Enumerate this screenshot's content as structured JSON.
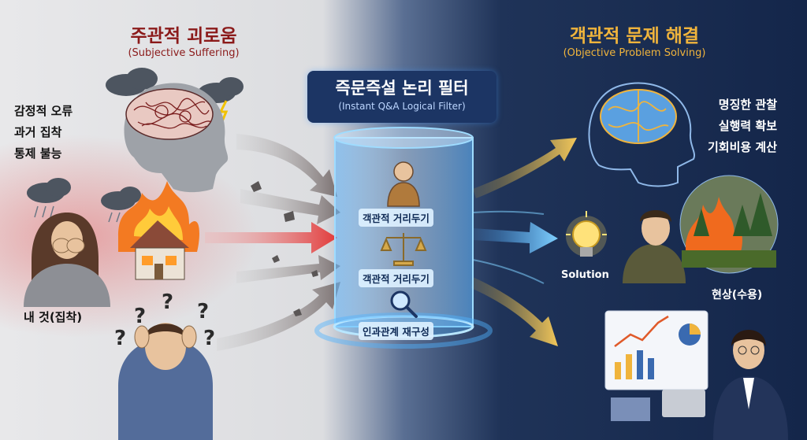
{
  "left": {
    "title": "주관적 괴로움",
    "subtitle": "(Subjective Suffering)",
    "causes": [
      "감정적 오류",
      "과거 집착",
      "통제 불능"
    ],
    "attachment_label": "내 것(집착)"
  },
  "center": {
    "title": "즉문즉설 논리 필터",
    "subtitle": "(Instant Q&A Logical Filter)",
    "stages": [
      "객관적 거리두기",
      "객관적 거리두기",
      "인과관계 재구성"
    ]
  },
  "right": {
    "title": "객관적 문제 해결",
    "subtitle": "(Objective Problem Solving)",
    "outcomes": [
      "명징한 관찰",
      "실행력 확보",
      "기회비용 계산"
    ],
    "solution_label": "Solution",
    "acceptance_label": "현상(수용)"
  },
  "colors": {
    "suffering_red": "#8b1a1a",
    "solving_gold": "#f0b43c",
    "filter_blue": "#4fb4ff",
    "navy": "#14264a"
  },
  "icons": [
    "storm-cloud-icon",
    "tangled-brain-icon",
    "burning-house-icon",
    "crying-person-icon",
    "confused-person-icon",
    "monk-icon",
    "scales-icon",
    "magnifier-icon",
    "clear-brain-icon",
    "lightbulb-icon",
    "forest-fire-icon",
    "analyst-chart-icon"
  ]
}
